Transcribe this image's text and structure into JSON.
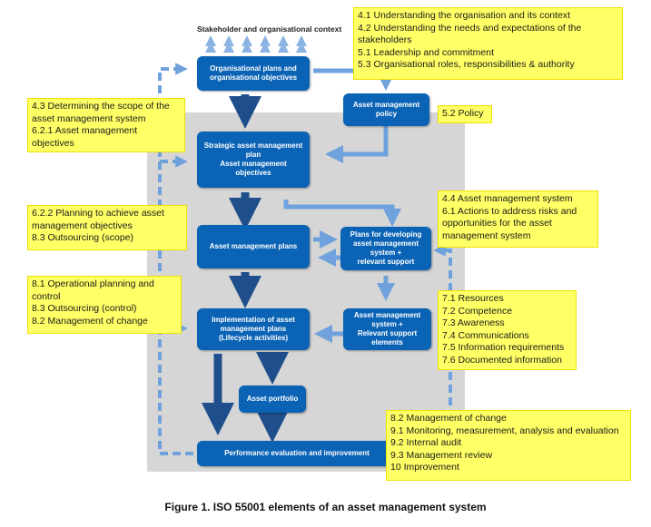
{
  "context_label": "Stakeholder and organisational context",
  "boxes": {
    "org_plans": "Organisational plans and\norganisational objectives",
    "am_policy": "Asset management\npolicy",
    "samp": "Strategic asset management\nplan\nAsset management\nobjectives",
    "am_plans": "Asset management plans",
    "plans_dev": "Plans for developing\nasset management\nsystem +\nrelevant support",
    "implementation": "Implementation of asset\nmanagement plans\n(Lifecycle activities)",
    "am_system": "Asset management\nsystem +\nRelevant support\nelements",
    "portfolio": "Asset portfolio",
    "performance": "Performance evaluation and improvement"
  },
  "notes": {
    "n4": "4.1 Understanding the organisation and its context\n4.2 Understanding the needs and expectations of the stakeholders\n5.1 Leadership and commitment\n5.3 Organisational roles, responsibilities & authority",
    "n43": "4.3 Determining the scope of the asset management system\n6.2.1 Asset management objectives",
    "n52": "5.2 Policy",
    "n44": "4.4 Asset management system\n6.1 Actions to address risks and opportunities for the asset management system",
    "n622": "6.2.2 Planning to achieve asset management objectives\n8.3 Outsourcing (scope)",
    "n81": "8.1 Operational planning and control\n8.3 Outsourcing (control)\n8.2 Management of change",
    "n7": "7.1 Resources\n7.2 Competence\n7.3 Awareness\n7.4 Communications\n7.5 Information requirements\n7.6 Documented information",
    "n82": "8.2 Management of change\n9.1 Monitoring, measurement, analysis and evaluation\n9.2 Internal audit\n9.3 Management review\n10 Improvement"
  },
  "caption": "Figure 1.  ISO 55001 elements of an asset management system",
  "colors": {
    "box": "#0b63b5",
    "arrow_dark": "#1f4e8c",
    "arrow_light": "#6fa2dc",
    "note": "#ffff66",
    "panel": "#d6d6d6"
  }
}
